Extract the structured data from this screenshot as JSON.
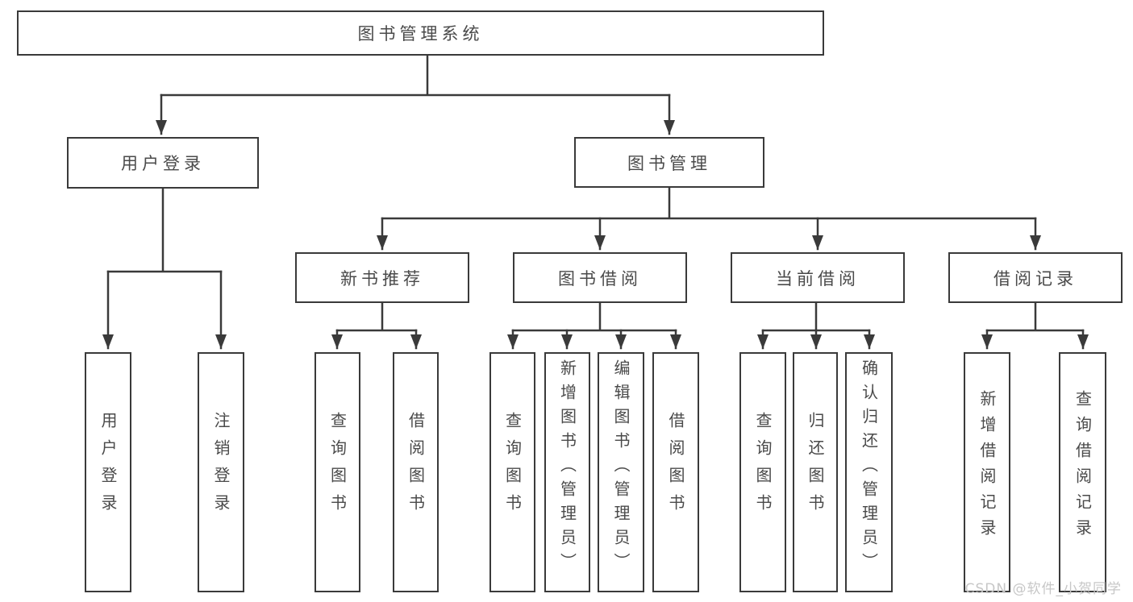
{
  "tree": {
    "root": {
      "label": "图书管理系统"
    },
    "branches": [
      {
        "label": "用户登录",
        "children": [
          {
            "label": "用户登录"
          },
          {
            "label": "注销登录"
          }
        ]
      },
      {
        "label": "图书管理",
        "children": [
          {
            "label": "新书推荐",
            "children": [
              {
                "label": "查询图书"
              },
              {
                "label": "借阅图书"
              }
            ]
          },
          {
            "label": "图书借阅",
            "children": [
              {
                "label": "查询图书"
              },
              {
                "label": "新增图书（管理员）"
              },
              {
                "label": "编辑图书（管理员）"
              },
              {
                "label": "借阅图书"
              }
            ]
          },
          {
            "label": "当前借阅",
            "children": [
              {
                "label": "查询图书"
              },
              {
                "label": "归还图书"
              },
              {
                "label": "确认归还（管理员）"
              }
            ]
          },
          {
            "label": "借阅记录",
            "children": [
              {
                "label": "新增借阅记录"
              },
              {
                "label": "查询借阅记录"
              }
            ]
          }
        ]
      }
    ]
  },
  "watermark": {
    "text": "CSDN @软件_小贺同学",
    "color": "#c7c7c7"
  },
  "colors": {
    "line": "#3a3a3a",
    "text": "#4a4a4a",
    "background": "#ffffff"
  }
}
